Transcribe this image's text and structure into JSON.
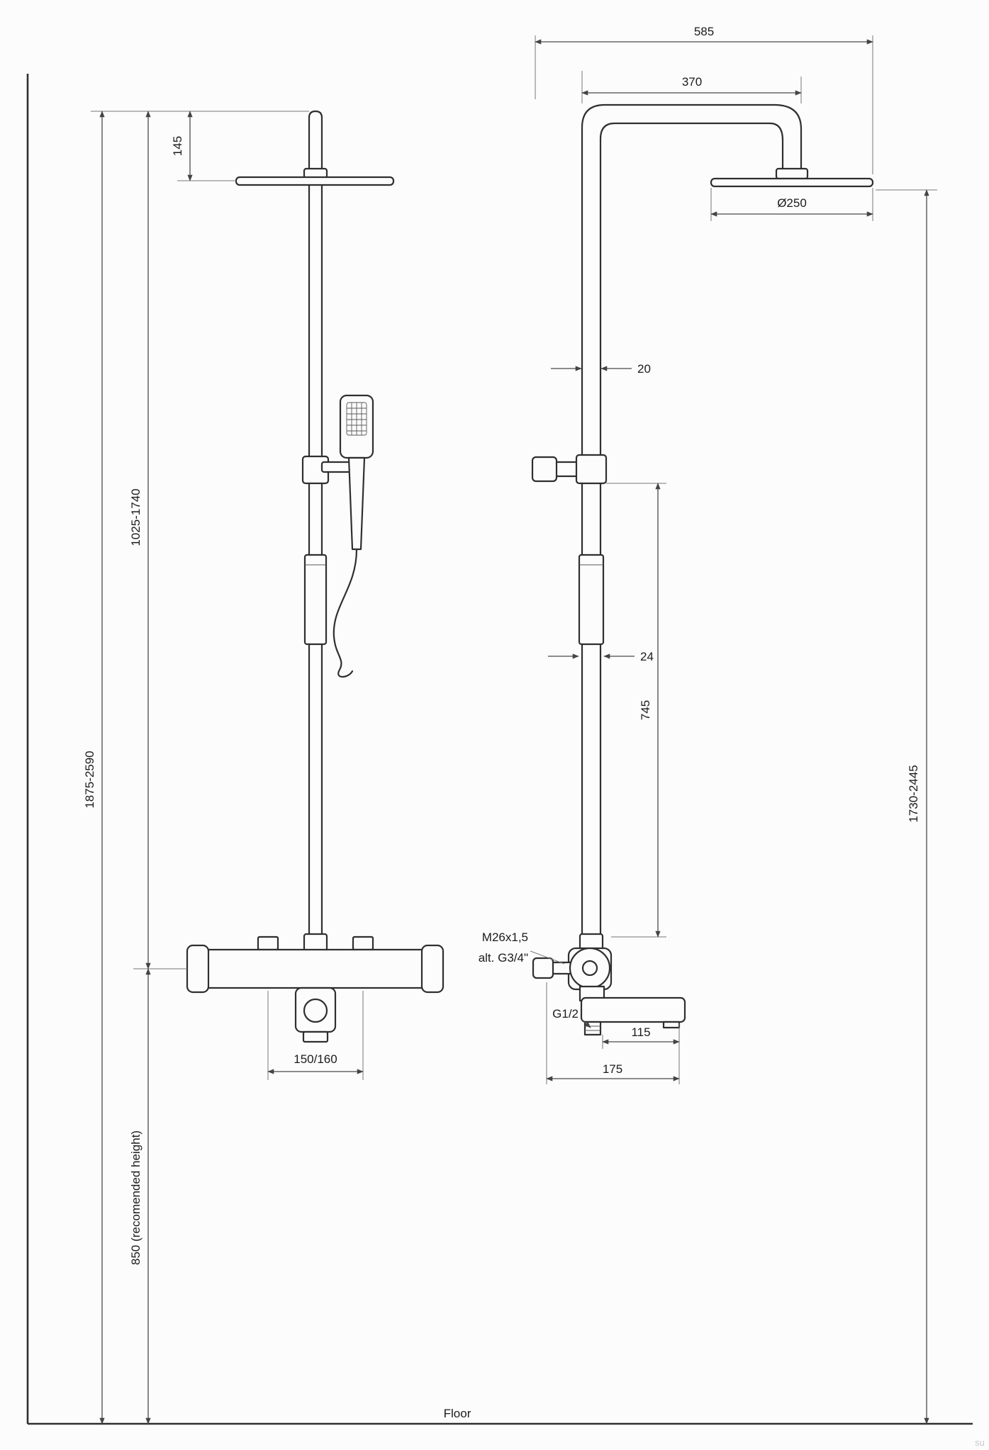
{
  "labels": {
    "floor": "Floor",
    "watermark": "su"
  },
  "front": {
    "dim_145": "145",
    "dim_upper_range": "1025-1740",
    "dim_total_range": "1875-2590",
    "dim_mixer_height": "850 (recomended height)",
    "dim_connection_spacing": "150/160"
  },
  "side": {
    "dim_reach": "585",
    "dim_arm": "370",
    "dim_head_diameter": "Ø250",
    "dim_pipe_upper": "20",
    "dim_pipe_lower": "24",
    "dim_sleeve_to_mixer": "745",
    "dim_head_height_range": "1730-2445",
    "thread_inlet": "M26x1,5",
    "thread_inlet_alt": "alt. G3/4\"",
    "thread_spout": "G1/2",
    "dim_spout_reach": "115",
    "dim_spout_total": "175"
  }
}
